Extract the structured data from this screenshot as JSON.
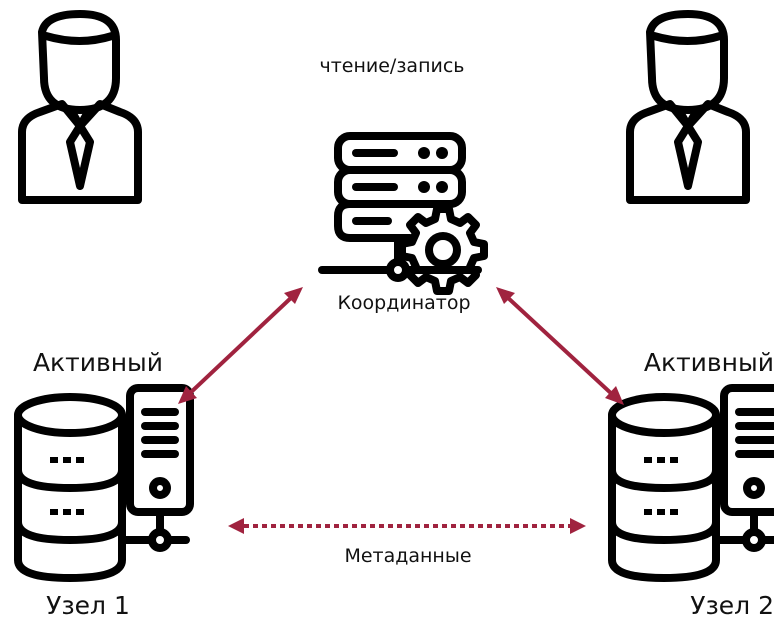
{
  "labels": {
    "read_write": "чтение/запись",
    "coordinator": "Координатор",
    "active_left": "Активный",
    "active_right": "Активный",
    "metadata": "Метаданные",
    "node1": "Узел 1",
    "node2": "Узел 2"
  },
  "icons": {
    "user_left": "user-icon",
    "user_right": "user-icon",
    "coordinator": "server-gear-icon",
    "node1": "database-server-icon",
    "node2": "database-server-icon"
  },
  "colors": {
    "arrow": "#A0233F",
    "icon": "#000000",
    "text": "#111111"
  }
}
